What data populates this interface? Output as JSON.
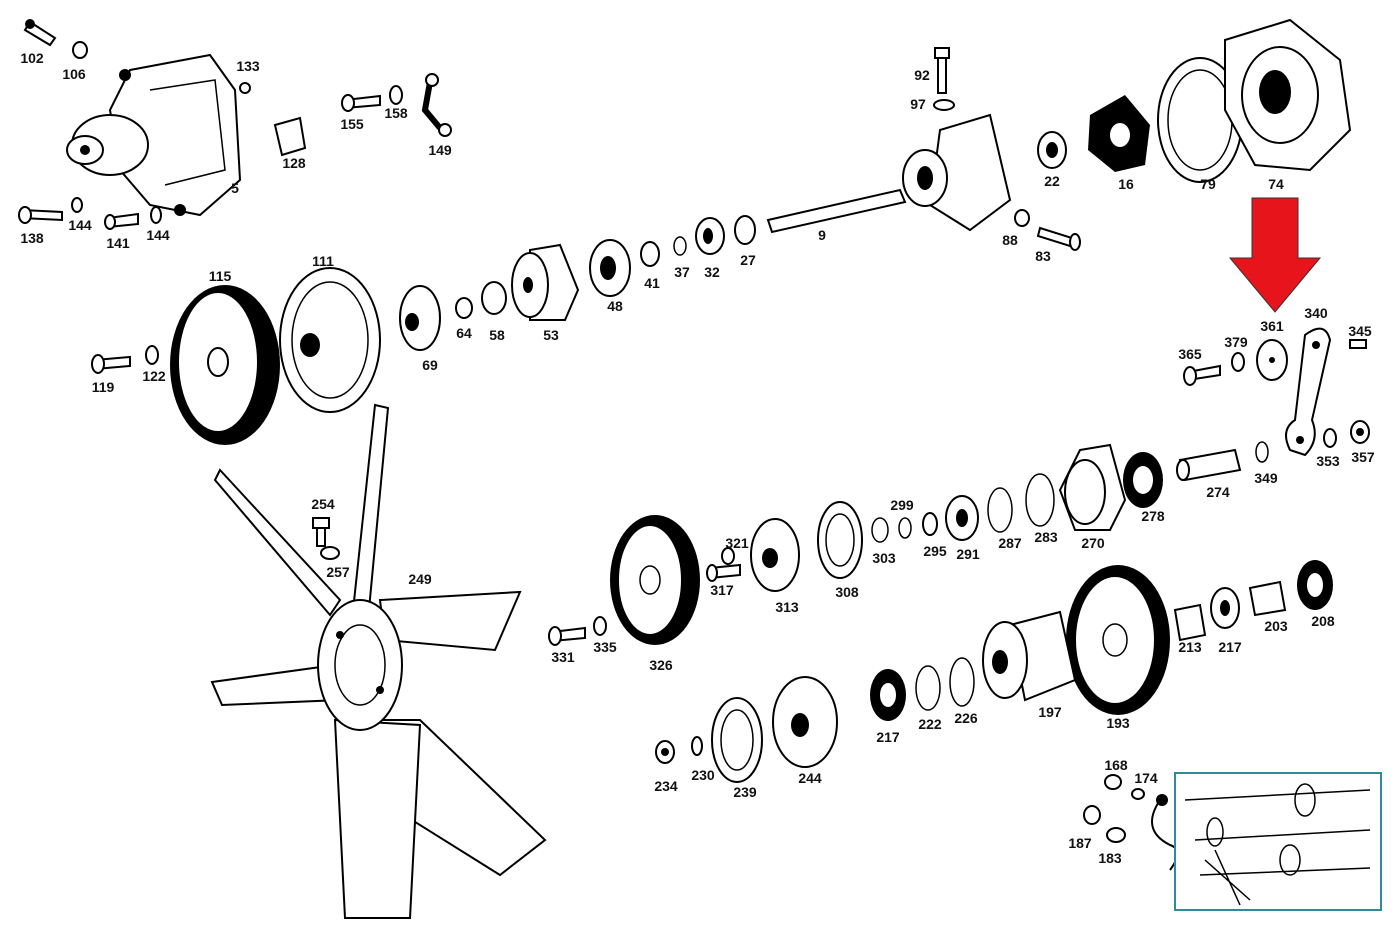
{
  "labels": {
    "l102": "102",
    "l106": "106",
    "l133": "133",
    "l5": "5",
    "l128": "128",
    "l138": "138",
    "l144a": "144",
    "l141": "141",
    "l144b": "144",
    "l155": "155",
    "l158": "158",
    "l149": "149",
    "l92": "92",
    "l97": "97",
    "l22": "22",
    "l16": "16",
    "l79": "79",
    "l74": "74",
    "l88": "88",
    "l83": "83",
    "l9": "9",
    "l115": "115",
    "l111": "111",
    "l119": "119",
    "l122": "122",
    "l69": "69",
    "l64": "64",
    "l58": "58",
    "l53": "53",
    "l48": "48",
    "l41": "41",
    "l37": "37",
    "l32": "32",
    "l27": "27",
    "l361": "361",
    "l340": "340",
    "l345": "345",
    "l365": "365",
    "l379": "379",
    "l274": "274",
    "l349": "349",
    "l353": "353",
    "l357": "357",
    "l254": "254",
    "l257": "257",
    "l249": "249",
    "l299": "299",
    "l321": "321",
    "l317": "317",
    "l313": "313",
    "l308": "308",
    "l303a": "303",
    "l295": "295",
    "l291": "291",
    "l287": "287",
    "l283": "283",
    "l270": "270",
    "l278": "278",
    "l331": "331",
    "l335": "335",
    "l326": "326",
    "l213": "213",
    "l217a": "217",
    "l203": "203",
    "l208": "208",
    "l217b": "217",
    "l222": "222",
    "l226": "226",
    "l197": "197",
    "l193": "193",
    "l234": "234",
    "l230": "230",
    "l239": "239",
    "l244": "244",
    "l168": "168",
    "l174": "174",
    "l187": "187",
    "l183": "183"
  },
  "colors": {
    "highlight_arrow": "#e8141c",
    "inset_frame": "#2e8b9a",
    "line": "#000000"
  },
  "icons": {
    "highlight": "down-arrow-icon"
  }
}
